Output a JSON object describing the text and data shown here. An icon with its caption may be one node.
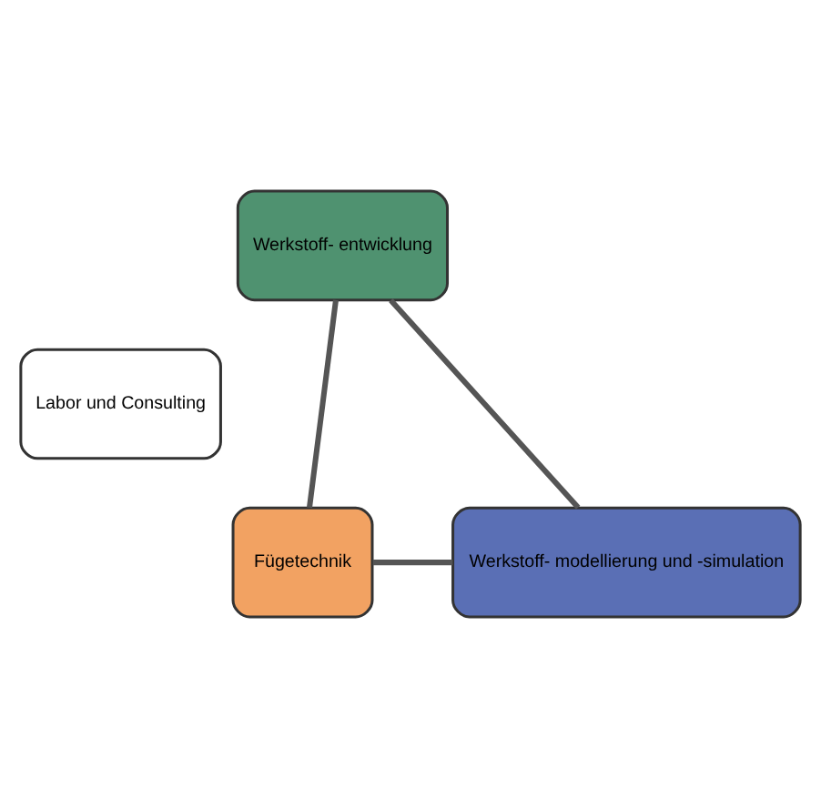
{
  "diagram": {
    "nodes": [
      {
        "text": [
          "Werkstoff- entwicklung"
        ]
      },
      {
        "text": [
          "Labor und Consulting"
        ]
      },
      {
        "text": [
          "Fügetechnik"
        ]
      },
      {
        "text": [
          "Werkstoff- modellierung und -simulation"
        ]
      }
    ],
    "edges": [
      {
        "from": 2,
        "to": 0,
        "arrow": "none"
      },
      {
        "from": 0,
        "to": 3,
        "arrow": "none"
      },
      {
        "from": 2,
        "to": 3,
        "arrow": "none"
      }
    ]
  }
}
